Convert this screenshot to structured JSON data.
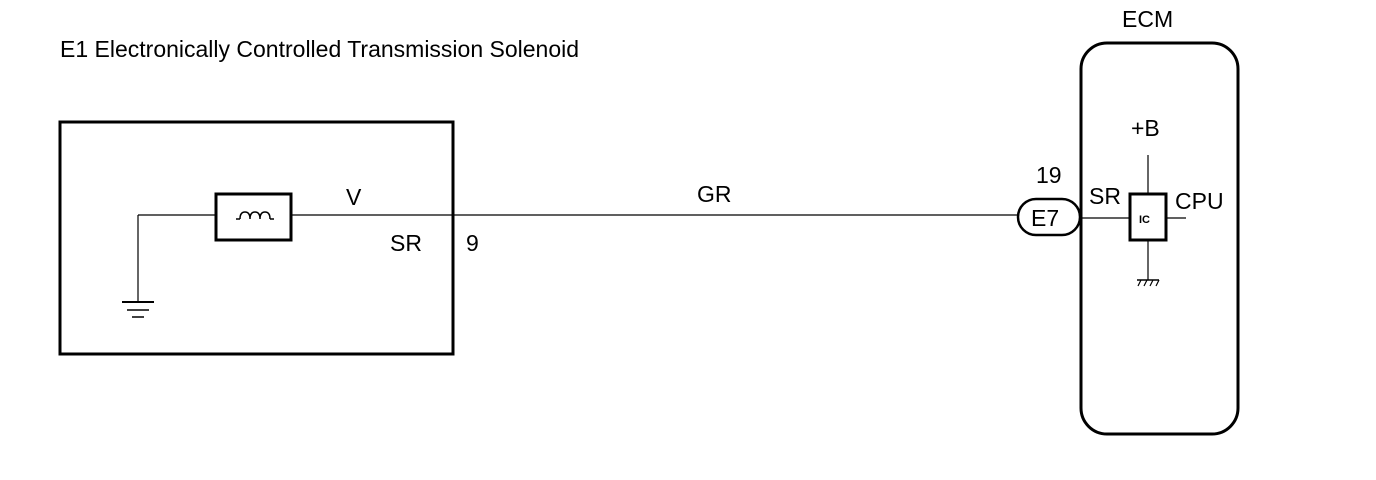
{
  "diagram": {
    "component_title": "E1 Electronically Controlled Transmission Solenoid",
    "ecm_title": "ECM",
    "wire_color_solenoid_side": "V",
    "wire_color_harness": "GR",
    "solenoid_terminal_name": "SR",
    "solenoid_pin_number": "9",
    "ecm_pin_number": "19",
    "ecm_connector": "E7",
    "ecm_terminal_name": "SR",
    "ic_label": "IC",
    "power_label": "+B",
    "cpu_label": "CPU"
  }
}
